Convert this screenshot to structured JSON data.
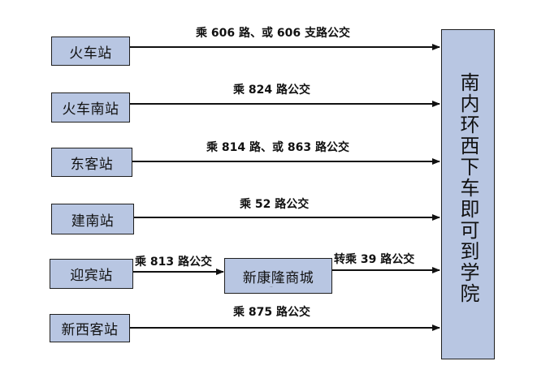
{
  "sources": [
    {
      "name": "火车站",
      "route": "乘 606 路、或 606 支路公交"
    },
    {
      "name": "火车南站",
      "route": "乘 824 路公交"
    },
    {
      "name": "东客站",
      "route": "乘 814 路、或 863 路公交"
    },
    {
      "name": "建南站",
      "route": "乘 52 路公交"
    },
    {
      "name": "迎宾站",
      "route": "乘 813 路公交"
    },
    {
      "name": "新西客站",
      "route": "乘 875 路公交"
    }
  ],
  "transfer": {
    "name": "新康隆商城",
    "route": "转乘 39 路公交"
  },
  "target": {
    "text": "南内环西下车即可到学院"
  }
}
